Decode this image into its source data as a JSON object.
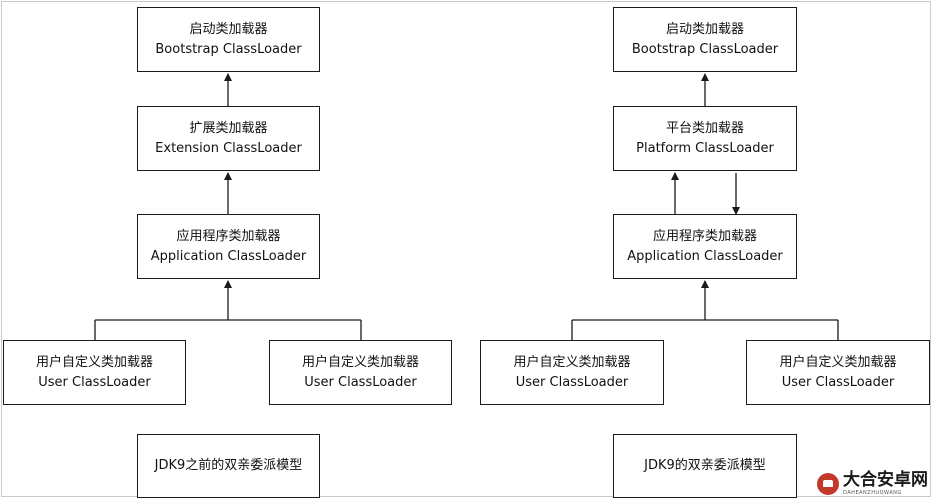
{
  "left": {
    "bootstrap": {
      "cn": "启动类加载器",
      "en": "Bootstrap ClassLoader"
    },
    "extension": {
      "cn": "扩展类加载器",
      "en": "Extension ClassLoader"
    },
    "application": {
      "cn": "应用程序类加载器",
      "en": "Application ClassLoader"
    },
    "user1": {
      "cn": "用户自定义类加载器",
      "en": "User ClassLoader"
    },
    "user2": {
      "cn": "用户自定义类加载器",
      "en": "User ClassLoader"
    },
    "caption": "JDK9之前的双亲委派模型"
  },
  "right": {
    "bootstrap": {
      "cn": "启动类加载器",
      "en": "Bootstrap ClassLoader"
    },
    "platform": {
      "cn": "平台类加载器",
      "en": "Platform ClassLoader"
    },
    "application": {
      "cn": "应用程序类加载器",
      "en": "Application ClassLoader"
    },
    "user1": {
      "cn": "用户自定义类加载器",
      "en": "User ClassLoader"
    },
    "user2": {
      "cn": "用户自定义类加载器",
      "en": "User ClassLoader"
    },
    "caption": "JDK9的双亲委派模型"
  },
  "watermark": {
    "title": "大合安卓网",
    "subtitle": "DAHEANZHUOWANG"
  }
}
